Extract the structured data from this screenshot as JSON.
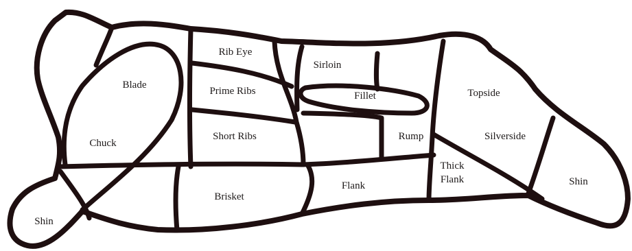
{
  "colors": {
    "outline": "#1e0f10",
    "background": "#ffffff",
    "text": "#1e1a1a"
  },
  "cuts": {
    "rib_eye": "Rib Eye",
    "sirloin": "Sirloin",
    "blade": "Blade",
    "prime_ribs": "Prime Ribs",
    "fillet": "Fillet",
    "topside": "Topside",
    "chuck": "Chuck",
    "short_ribs": "Short Ribs",
    "rump": "Rump",
    "silverside": "Silverside",
    "thick_flank_1": "Thick",
    "thick_flank_2": "Flank",
    "flank": "Flank",
    "brisket": "Brisket",
    "shin_hind": "Shin",
    "shin_fore": "Shin"
  }
}
